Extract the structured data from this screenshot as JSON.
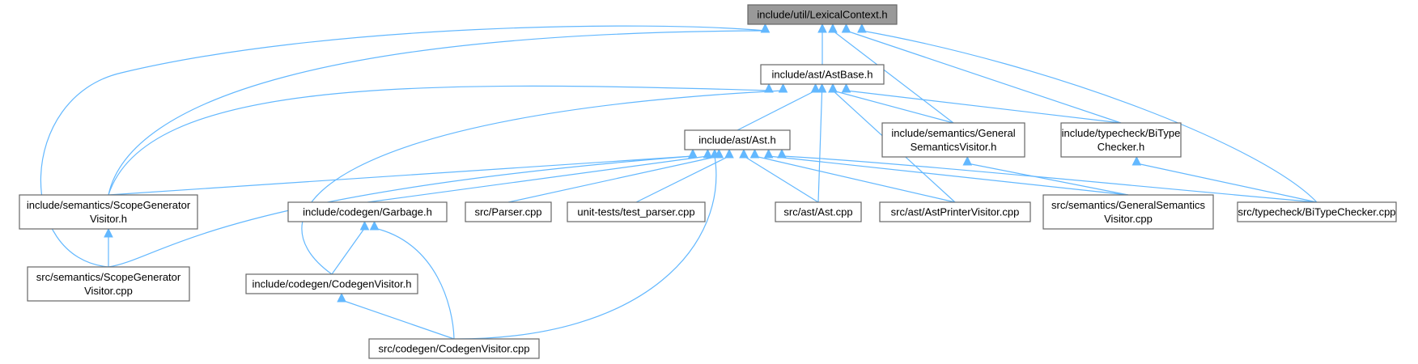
{
  "diagram": {
    "type": "include-dependency-graph",
    "nodes": [
      {
        "id": "lexctx",
        "lines": [
          "include/util/LexicalContext.h"
        ],
        "root": true
      },
      {
        "id": "astbase",
        "lines": [
          "include/ast/AstBase.h"
        ]
      },
      {
        "id": "ast",
        "lines": [
          "include/ast/Ast.h"
        ]
      },
      {
        "id": "gensemh",
        "lines": [
          "include/semantics/General",
          "SemanticsVisitor.h"
        ]
      },
      {
        "id": "bitypeh",
        "lines": [
          "include/typecheck/BiType",
          "Checker.h"
        ]
      },
      {
        "id": "scopegenh",
        "lines": [
          "include/semantics/ScopeGenerator",
          "Visitor.h"
        ]
      },
      {
        "id": "garbage",
        "lines": [
          "include/codegen/Garbage.h"
        ]
      },
      {
        "id": "parser",
        "lines": [
          "src/Parser.cpp"
        ]
      },
      {
        "id": "testparser",
        "lines": [
          "unit-tests/test_parser.cpp"
        ]
      },
      {
        "id": "astcpp",
        "lines": [
          "src/ast/Ast.cpp"
        ]
      },
      {
        "id": "astprinter",
        "lines": [
          "src/ast/AstPrinterVisitor.cpp"
        ]
      },
      {
        "id": "gensemcpp",
        "lines": [
          "src/semantics/GeneralSemantics",
          "Visitor.cpp"
        ]
      },
      {
        "id": "bitypecpp",
        "lines": [
          "src/typecheck/BiTypeChecker.cpp"
        ]
      },
      {
        "id": "scopegencpp",
        "lines": [
          "src/semantics/ScopeGenerator",
          "Visitor.cpp"
        ]
      },
      {
        "id": "codegenh",
        "lines": [
          "include/codegen/CodegenVisitor.h"
        ]
      },
      {
        "id": "codegencpp",
        "lines": [
          "src/codegen/CodegenVisitor.cpp"
        ]
      }
    ],
    "edges": [
      {
        "from": "astbase",
        "to": "lexctx"
      },
      {
        "from": "gensemh",
        "to": "lexctx"
      },
      {
        "from": "bitypeh",
        "to": "lexctx"
      },
      {
        "from": "bitypecpp",
        "to": "lexctx"
      },
      {
        "from": "scopegenh",
        "to": "lexctx"
      },
      {
        "from": "scopegencpp",
        "to": "lexctx"
      },
      {
        "from": "ast",
        "to": "astbase"
      },
      {
        "from": "gensemh",
        "to": "astbase"
      },
      {
        "from": "bitypeh",
        "to": "astbase"
      },
      {
        "from": "astcpp",
        "to": "astbase"
      },
      {
        "from": "astprinter",
        "to": "astbase"
      },
      {
        "from": "scopegenh",
        "to": "astbase"
      },
      {
        "from": "codegenh",
        "to": "astbase"
      },
      {
        "from": "scopegenh",
        "to": "ast"
      },
      {
        "from": "garbage",
        "to": "ast"
      },
      {
        "from": "parser",
        "to": "ast"
      },
      {
        "from": "testparser",
        "to": "ast"
      },
      {
        "from": "astcpp",
        "to": "ast"
      },
      {
        "from": "astprinter",
        "to": "ast"
      },
      {
        "from": "gensemcpp",
        "to": "ast"
      },
      {
        "from": "bitypecpp",
        "to": "ast"
      },
      {
        "from": "scopegencpp",
        "to": "ast"
      },
      {
        "from": "codegencpp",
        "to": "ast"
      },
      {
        "from": "gensemcpp",
        "to": "gensemh"
      },
      {
        "from": "bitypecpp",
        "to": "bitypeh"
      },
      {
        "from": "scopegencpp",
        "to": "scopegenh"
      },
      {
        "from": "codegenh",
        "to": "garbage"
      },
      {
        "from": "codegencpp",
        "to": "garbage"
      },
      {
        "from": "codegencpp",
        "to": "codegenh"
      }
    ]
  },
  "colors": {
    "edge": "#63b8ff",
    "node_border": "#666666",
    "root_fill": "#999999",
    "node_fill": "#ffffff"
  }
}
